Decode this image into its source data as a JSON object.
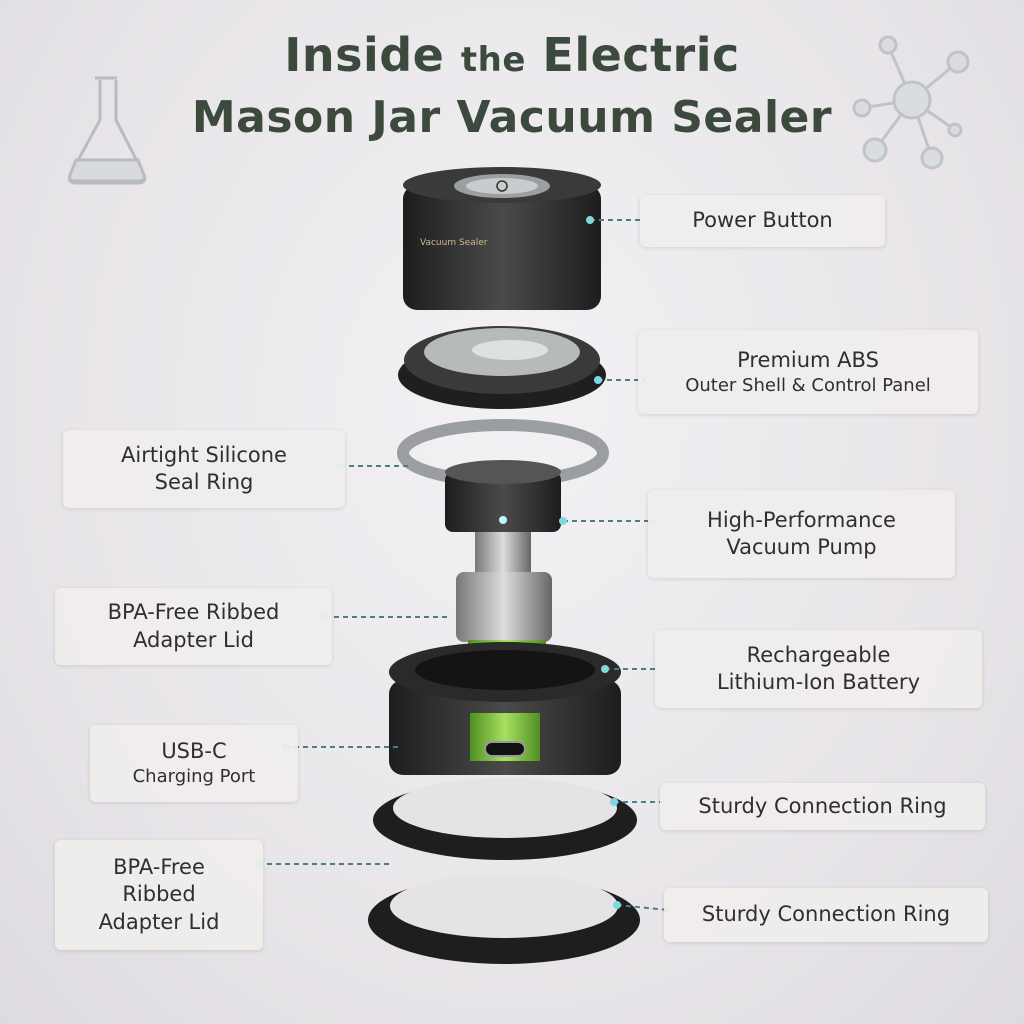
{
  "title": {
    "line1_a": "Inside",
    "line1_b": "the",
    "line1_c": "Electric",
    "line2": "Mason Jar Vacuum Sealer"
  },
  "device_print": "Vacuum Sealer",
  "labels": [
    {
      "lines": [
        "Power Button"
      ]
    },
    {
      "lines": [
        "Premium ABS",
        "Outer Shell & Control Panel"
      ]
    },
    {
      "lines": [
        "Airtight Silicone",
        "Seal Ring"
      ]
    },
    {
      "lines": [
        "High-Performance",
        "Vacuum Pump"
      ]
    },
    {
      "lines": [
        "BPA-Free Ribbed",
        "Adapter Lid"
      ]
    },
    {
      "lines": [
        "Rechargeable",
        "Lithium-Ion Battery"
      ]
    },
    {
      "lines": [
        "USB-C",
        "Charging Port"
      ]
    },
    {
      "lines": [
        "Sturdy Connection Ring"
      ]
    },
    {
      "lines": [
        "BPA-Free",
        "Ribbed",
        "Adapter Lid"
      ]
    },
    {
      "lines": [
        "Sturdy Connection Ring"
      ]
    }
  ],
  "colors": {
    "title": "#3b4a3d",
    "leader": "#4a7f86",
    "dot": "#7fd8e0",
    "battery": "#7fc241",
    "body": "#2b2b2b"
  }
}
